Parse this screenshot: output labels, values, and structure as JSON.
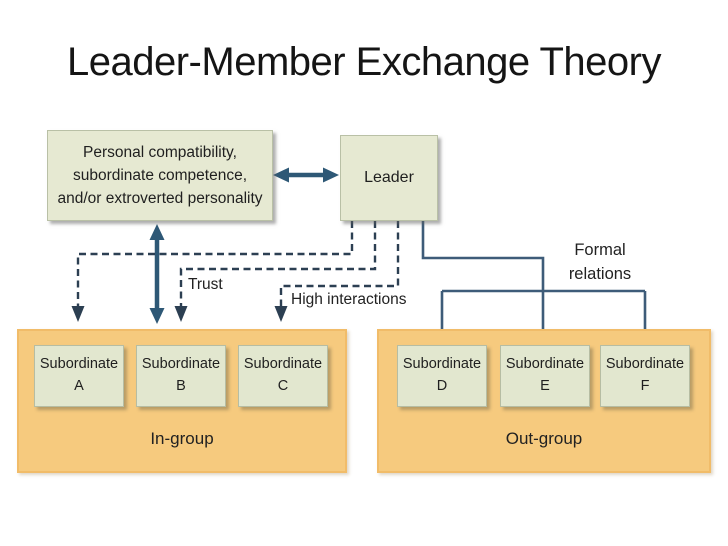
{
  "slide": {
    "title": "Leader-Member Exchange Theory"
  },
  "diagram": {
    "factors_box": {
      "lines": [
        "Personal compatibility,",
        "subordinate competence,",
        "and/or extroverted personality"
      ]
    },
    "leader_box": {
      "label": "Leader"
    },
    "edge_labels": {
      "trust": "Trust",
      "high_interactions": "High interactions",
      "formal_relations": "Formal relations"
    },
    "in_group": {
      "label": "In-group",
      "members": [
        {
          "line1": "Subordinate",
          "line2": "A"
        },
        {
          "line1": "Subordinate",
          "line2": "B"
        },
        {
          "line1": "Subordinate",
          "line2": "C"
        }
      ]
    },
    "out_group": {
      "label": "Out-group",
      "members": [
        {
          "line1": "Subordinate",
          "line2": "D"
        },
        {
          "line1": "Subordinate",
          "line2": "E"
        },
        {
          "line1": "Subordinate",
          "line2": "F"
        }
      ]
    },
    "colors": {
      "box_fill": "#e6e9d2",
      "panel_fill": "#f6ca7e",
      "solid_arrow": "#2e5876",
      "dashed_line": "#2c3f52",
      "formal_line": "#3e5c79",
      "text": "#1f1f1f"
    }
  }
}
